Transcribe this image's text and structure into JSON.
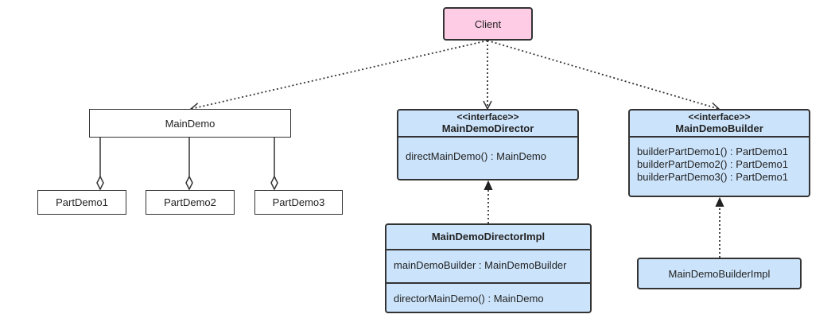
{
  "client": {
    "label": "Client"
  },
  "main_demo": {
    "label": "MainDemo"
  },
  "parts": [
    "PartDemo1",
    "PartDemo2",
    "PartDemo3"
  ],
  "director_interface": {
    "stereotype": "<<interface>>",
    "name": "MainDemoDirector",
    "methods": [
      "directMainDemo() : MainDemo"
    ]
  },
  "builder_interface": {
    "stereotype": "<<interface>>",
    "name": "MainDemoBuilder",
    "methods": [
      "builderPartDemo1() : PartDemo1",
      "builderPartDemo2() : PartDemo1",
      "builderPartDemo3() : PartDemo1"
    ]
  },
  "director_impl": {
    "name": "MainDemoDirectorImpl",
    "fields": [
      "mainDemoBuilder : MainDemoBuilder"
    ],
    "methods": [
      "directorMainDemo() : MainDemo"
    ]
  },
  "builder_impl": {
    "label": "MainDemoBuilderImpl"
  },
  "colors": {
    "client_fill": "#ffcce6",
    "class_fill": "#cce4fb",
    "stroke": "#333333"
  }
}
